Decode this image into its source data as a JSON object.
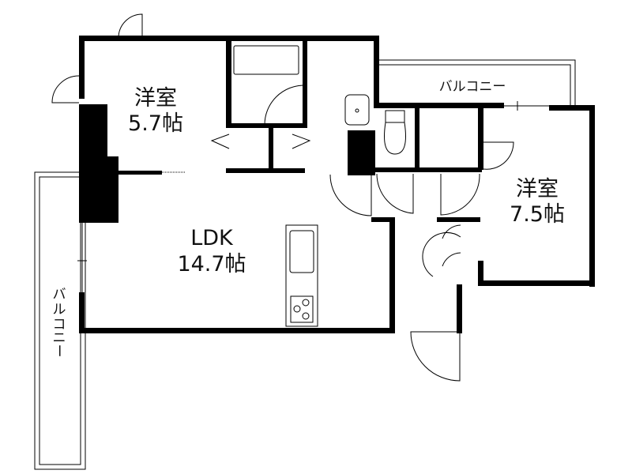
{
  "rooms": {
    "western_room_1": {
      "name": "洋室",
      "size": "5.7帖"
    },
    "ldk": {
      "name": "LDK",
      "size": "14.7帖"
    },
    "western_room_2": {
      "name": "洋室",
      "size": "7.5帖"
    }
  },
  "balconies": {
    "top": "バルコニー",
    "left": [
      "バ",
      "ル",
      "コ",
      "ニ",
      "ー"
    ]
  },
  "colors": {
    "wall": "#000000",
    "background": "#ffffff"
  }
}
